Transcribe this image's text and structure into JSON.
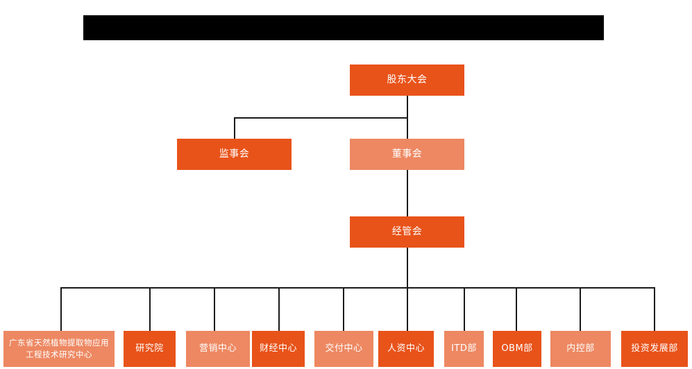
{
  "chart": {
    "title_bar": {
      "name": "redacted-title-bar",
      "color": "#000000",
      "label": ""
    },
    "colors": {
      "dark_orange": "#E8531A",
      "light_orange": "#ED8862",
      "line": "#1a1a1a",
      "background": "#ffffff",
      "text": "#ffffff"
    },
    "levels": {
      "level1": {
        "label": "股东大会",
        "tone": "dark"
      },
      "level2_left": {
        "label": "监事会",
        "tone": "dark"
      },
      "level2_right": {
        "label": "董事会",
        "tone": "light"
      },
      "level3": {
        "label": "经管会",
        "tone": "dark"
      }
    },
    "departments": [
      {
        "label": "广东省天然植物提取物应用工程技术研究中心",
        "tone": "light"
      },
      {
        "label": "研究院",
        "tone": "dark"
      },
      {
        "label": "营销中心",
        "tone": "light"
      },
      {
        "label": "财经中心",
        "tone": "dark"
      },
      {
        "label": "交付中心",
        "tone": "light"
      },
      {
        "label": "人资中心",
        "tone": "dark"
      },
      {
        "label": "ITD部",
        "tone": "light"
      },
      {
        "label": "OBM部",
        "tone": "dark"
      },
      {
        "label": "内控部",
        "tone": "light"
      },
      {
        "label": "投资发展部",
        "tone": "dark"
      }
    ]
  }
}
